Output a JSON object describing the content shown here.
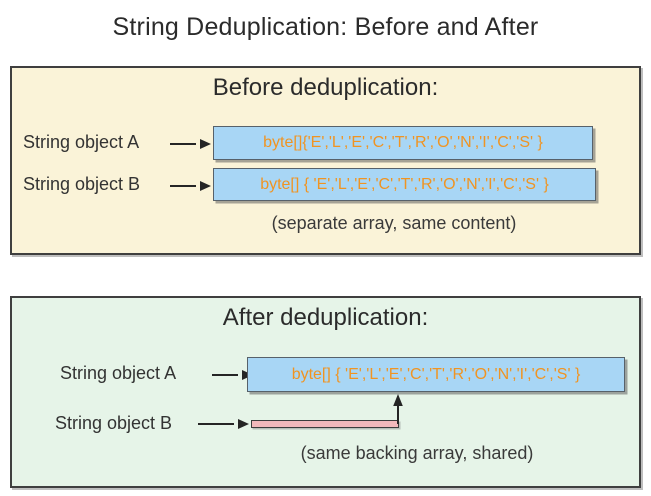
{
  "title": "String Deduplication: Before and After",
  "colors": {
    "panel_before_bg": "#faf3d8",
    "panel_after_bg": "#e6f4e8",
    "array_box_bg": "#a8d6f5",
    "array_text": "#f09422",
    "shared_bar_bg": "#f2b8bb",
    "border": "#3f3f3f"
  },
  "before": {
    "heading": "Before deduplication:",
    "rows": [
      {
        "label": "String object A",
        "value": "byte[]{'E','L','E','C','T','R','O','N','I','C','S' }"
      },
      {
        "label": "String object B",
        "value": "byte[] { 'E','L','E','C','T','R','O','N','I','C','S' }"
      }
    ],
    "caption": "(separate array, same content)"
  },
  "after": {
    "heading": "After deduplication:",
    "rows": [
      {
        "label": "String object A",
        "value": "byte[] { 'E','L','E','C','T','R','O','N','I','C','S' }"
      },
      {
        "label": "String object B"
      }
    ],
    "caption": "(same backing array, shared)"
  }
}
